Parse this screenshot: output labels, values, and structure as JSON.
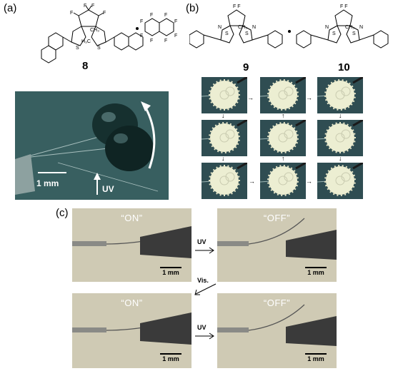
{
  "panels": {
    "a": {
      "label": "(a)",
      "compound_number": "8",
      "scale_bar": "1 mm",
      "uv_label": "UV"
    },
    "b": {
      "label": "(b)",
      "compound_numbers": [
        "9",
        "10"
      ]
    },
    "c": {
      "label": "(c)",
      "images": [
        {
          "state": "“ON”",
          "scale_bar": "1 mm"
        },
        {
          "state": "“OFF”",
          "scale_bar": "1 mm"
        },
        {
          "state": "“ON”",
          "scale_bar": "1 mm"
        },
        {
          "state": "“OFF”",
          "scale_bar": "1 mm"
        }
      ],
      "arrows": [
        "UV",
        "Vis.",
        "UV"
      ]
    }
  },
  "colors": {
    "panel_a_background": "#385f60",
    "panel_b_background": "#2f4d52",
    "micrograph_background": "#cfcab4"
  }
}
